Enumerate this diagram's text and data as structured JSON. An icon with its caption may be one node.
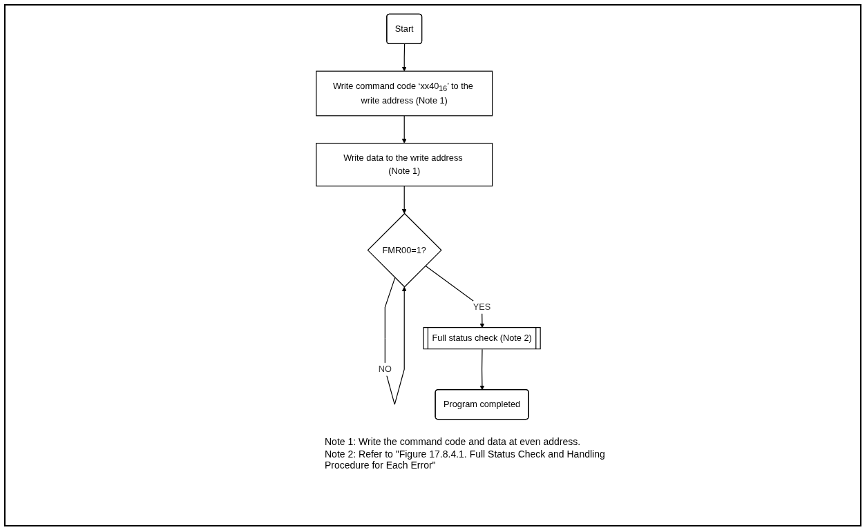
{
  "diagram": {
    "nodes": [
      {
        "text": [
          "Start"
        ]
      },
      {
        "text": [
          "Write command code ‘xx40$_{16}$’ to the write address (Note 1)"
        ]
      },
      {
        "text": [
          "Write data to the write address (Note 1)"
        ]
      },
      {
        "text": [
          "FMR00=1?"
        ]
      },
      {
        "text": [
          "Full status check (Note 2)"
        ]
      },
      {
        "text": [
          "Program completed"
        ]
      }
    ],
    "edges": [
      {
        "from": 0,
        "to": 1,
        "arrow": "to"
      },
      {
        "from": 1,
        "to": 2,
        "arrow": "to"
      },
      {
        "from": 2,
        "to": 3,
        "arrow": "to"
      },
      {
        "from": 3,
        "to": 3,
        "arrow": "to",
        "label": "NO"
      },
      {
        "from": 3,
        "to": 4,
        "arrow": "to",
        "label": "YES"
      },
      {
        "from": 4,
        "to": 5,
        "arrow": "to"
      }
    ],
    "labels": [
      "Note 1: Write the command code and data at even address.",
      "Note 2: Refer to \"Figure 17.8.4.1. Full Status Check and Handling Procedure for Each Error\""
    ]
  }
}
